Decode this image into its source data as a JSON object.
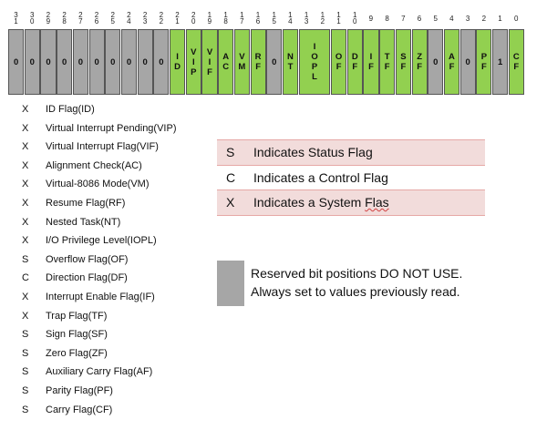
{
  "bit_numbers": [
    "3 1",
    "3 0",
    "2 9",
    "2 8",
    "2 7",
    "2 6",
    "2 5",
    "2 4",
    "2 3",
    "2 2",
    "2 1",
    "2 0",
    "1 9",
    "1 8",
    "1 7",
    "1 6",
    "1 5",
    "1 4",
    "1 3",
    "1 2",
    "1 1",
    "1 0",
    "9",
    "8",
    "7",
    "6",
    "5",
    "4",
    "3",
    "2",
    "1",
    "0"
  ],
  "cells": [
    {
      "text": "0",
      "kind": "reserved"
    },
    {
      "text": "0",
      "kind": "reserved"
    },
    {
      "text": "0",
      "kind": "reserved"
    },
    {
      "text": "0",
      "kind": "reserved"
    },
    {
      "text": "0",
      "kind": "reserved"
    },
    {
      "text": "0",
      "kind": "reserved"
    },
    {
      "text": "0",
      "kind": "reserved"
    },
    {
      "text": "0",
      "kind": "reserved"
    },
    {
      "text": "0",
      "kind": "reserved"
    },
    {
      "text": "0",
      "kind": "reserved"
    },
    {
      "text": "ID",
      "kind": "flag"
    },
    {
      "text": "VIP",
      "kind": "flag"
    },
    {
      "text": "VIF",
      "kind": "flag"
    },
    {
      "text": "AC",
      "kind": "flag"
    },
    {
      "text": "VM",
      "kind": "flag"
    },
    {
      "text": "RF",
      "kind": "flag"
    },
    {
      "text": "0",
      "kind": "reserved"
    },
    {
      "text": "NT",
      "kind": "flag"
    },
    {
      "text": "IOPL",
      "kind": "flag",
      "span": 2
    },
    {
      "text": "OF",
      "kind": "flag"
    },
    {
      "text": "DF",
      "kind": "flag"
    },
    {
      "text": "IF",
      "kind": "flag"
    },
    {
      "text": "TF",
      "kind": "flag"
    },
    {
      "text": "SF",
      "kind": "flag"
    },
    {
      "text": "ZF",
      "kind": "flag"
    },
    {
      "text": "0",
      "kind": "reserved"
    },
    {
      "text": "AF",
      "kind": "flag"
    },
    {
      "text": "0",
      "kind": "reserved"
    },
    {
      "text": "PF",
      "kind": "flag"
    },
    {
      "text": "1",
      "kind": "reserved"
    },
    {
      "text": "CF",
      "kind": "flag"
    }
  ],
  "flag_list": [
    {
      "kind": "X",
      "label": "ID Flag(ID)"
    },
    {
      "kind": "X",
      "label": "Virtual Interrupt Pending(VIP)"
    },
    {
      "kind": "X",
      "label": "Virtual Interrupt Flag(VIF)"
    },
    {
      "kind": "X",
      "label": "Alignment Check(AC)"
    },
    {
      "kind": "X",
      "label": "Virtual-8086 Mode(VM)"
    },
    {
      "kind": "X",
      "label": "Resume Flag(RF)"
    },
    {
      "kind": "X",
      "label": "Nested Task(NT)"
    },
    {
      "kind": "X",
      "label": "I/O Privilege Level(IOPL)"
    },
    {
      "kind": "S",
      "label": "Overflow Flag(OF)"
    },
    {
      "kind": "C",
      "label": "Direction Flag(DF)"
    },
    {
      "kind": "X",
      "label": "Interrupt Enable Flag(IF)"
    },
    {
      "kind": "X",
      "label": "Trap Flag(TF)"
    },
    {
      "kind": "S",
      "label": "Sign Flag(SF)"
    },
    {
      "kind": "S",
      "label": "Zero Flag(ZF)"
    },
    {
      "kind": "S",
      "label": "Auxiliary Carry Flag(AF)"
    },
    {
      "kind": "S",
      "label": "Parity Flag(PF)"
    },
    {
      "kind": "S",
      "label": "Carry Flag(CF)"
    }
  ],
  "legend": [
    {
      "key": "S",
      "text": "Indicates Status Flag",
      "style": "pink"
    },
    {
      "key": "C",
      "text": "Indicates a Control Flag",
      "style": "plain"
    },
    {
      "key": "X",
      "text": "Indicates a System ",
      "underlined": "Flas",
      "style": "pink"
    }
  ],
  "reserved_note": {
    "line1": "Reserved bit positions DO NOT USE.",
    "line2": "Always set to values previously read."
  },
  "colors": {
    "flag": "#92d050",
    "reserved": "#a6a6a6",
    "legend_pink": "#f2dcdb"
  }
}
